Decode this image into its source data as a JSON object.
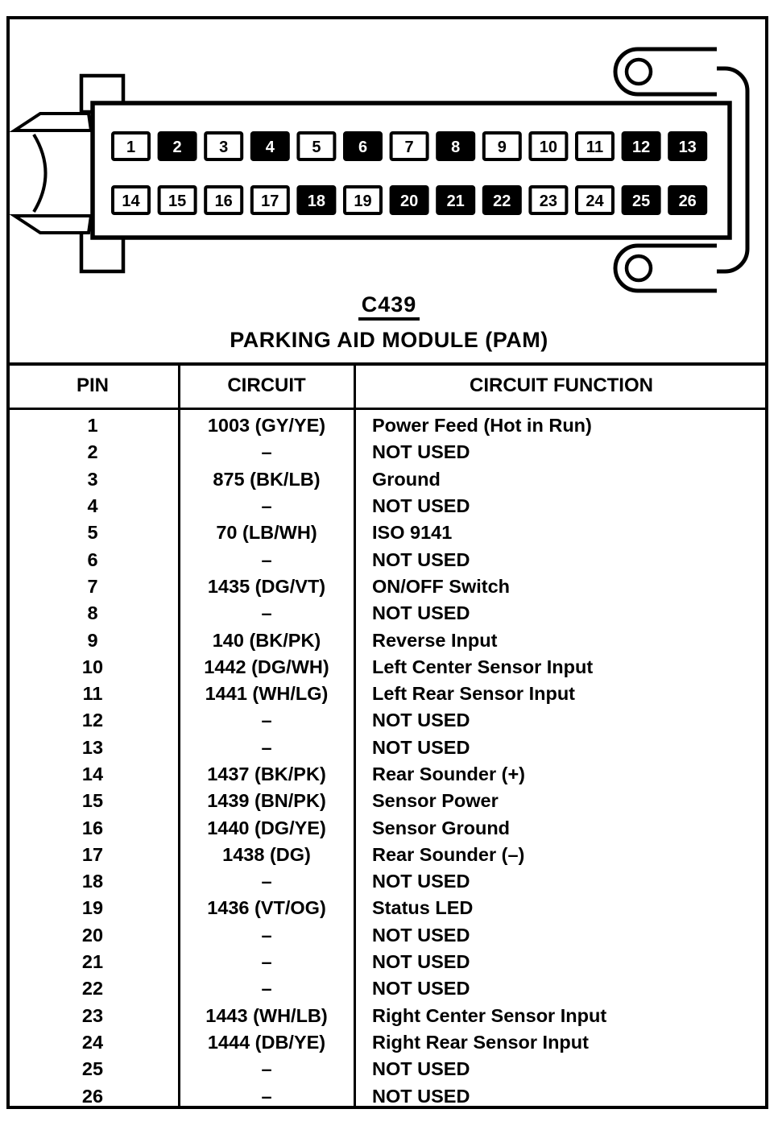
{
  "figure": {
    "connector_id": "C439",
    "connector_name": "PARKING AID MODULE (PAM)"
  },
  "connector": {
    "pins": [
      {
        "num": "1",
        "filled": false
      },
      {
        "num": "2",
        "filled": true
      },
      {
        "num": "3",
        "filled": false
      },
      {
        "num": "4",
        "filled": true
      },
      {
        "num": "5",
        "filled": false
      },
      {
        "num": "6",
        "filled": true
      },
      {
        "num": "7",
        "filled": false
      },
      {
        "num": "8",
        "filled": true
      },
      {
        "num": "9",
        "filled": false
      },
      {
        "num": "10",
        "filled": false
      },
      {
        "num": "11",
        "filled": false
      },
      {
        "num": "12",
        "filled": true
      },
      {
        "num": "13",
        "filled": true
      },
      {
        "num": "14",
        "filled": false
      },
      {
        "num": "15",
        "filled": false
      },
      {
        "num": "16",
        "filled": false
      },
      {
        "num": "17",
        "filled": false
      },
      {
        "num": "18",
        "filled": true
      },
      {
        "num": "19",
        "filled": false
      },
      {
        "num": "20",
        "filled": true
      },
      {
        "num": "21",
        "filled": true
      },
      {
        "num": "22",
        "filled": true
      },
      {
        "num": "23",
        "filled": false
      },
      {
        "num": "24",
        "filled": false
      },
      {
        "num": "25",
        "filled": true
      },
      {
        "num": "26",
        "filled": true
      }
    ]
  },
  "pin_table": {
    "headers": [
      "PIN",
      "CIRCUIT",
      "CIRCUIT FUNCTION"
    ],
    "rows": [
      {
        "pin": "1",
        "circuit": "1003 (GY/YE)",
        "function": "Power Feed (Hot in Run)"
      },
      {
        "pin": "2",
        "circuit": "–",
        "function": "NOT USED"
      },
      {
        "pin": "3",
        "circuit": "875 (BK/LB)",
        "function": "Ground"
      },
      {
        "pin": "4",
        "circuit": "–",
        "function": "NOT USED"
      },
      {
        "pin": "5",
        "circuit": "70 (LB/WH)",
        "function": "ISO 9141"
      },
      {
        "pin": "6",
        "circuit": "–",
        "function": "NOT USED"
      },
      {
        "pin": "7",
        "circuit": "1435 (DG/VT)",
        "function": "ON/OFF Switch"
      },
      {
        "pin": "8",
        "circuit": "–",
        "function": "NOT USED"
      },
      {
        "pin": "9",
        "circuit": "140 (BK/PK)",
        "function": "Reverse Input"
      },
      {
        "pin": "10",
        "circuit": "1442 (DG/WH)",
        "function": "Left Center Sensor Input"
      },
      {
        "pin": "11",
        "circuit": "1441 (WH/LG)",
        "function": "Left Rear Sensor Input"
      },
      {
        "pin": "12",
        "circuit": "–",
        "function": "NOT USED"
      },
      {
        "pin": "13",
        "circuit": "–",
        "function": "NOT USED"
      },
      {
        "pin": "14",
        "circuit": "1437 (BK/PK)",
        "function": "Rear Sounder (+)"
      },
      {
        "pin": "15",
        "circuit": "1439 (BN/PK)",
        "function": "Sensor Power"
      },
      {
        "pin": "16",
        "circuit": "1440 (DG/YE)",
        "function": "Sensor Ground"
      },
      {
        "pin": "17",
        "circuit": "1438 (DG)",
        "function": "Rear Sounder (–)"
      },
      {
        "pin": "18",
        "circuit": "–",
        "function": "NOT USED"
      },
      {
        "pin": "19",
        "circuit": "1436 (VT/OG)",
        "function": "Status LED"
      },
      {
        "pin": "20",
        "circuit": "–",
        "function": "NOT USED"
      },
      {
        "pin": "21",
        "circuit": "–",
        "function": "NOT USED"
      },
      {
        "pin": "22",
        "circuit": "–",
        "function": "NOT USED"
      },
      {
        "pin": "23",
        "circuit": "1443 (WH/LB)",
        "function": "Right Center Sensor Input"
      },
      {
        "pin": "24",
        "circuit": "1444 (DB/YE)",
        "function": "Right Rear Sensor Input"
      },
      {
        "pin": "25",
        "circuit": "–",
        "function": "NOT USED"
      },
      {
        "pin": "26",
        "circuit": "–",
        "function": "NOT USED"
      }
    ]
  },
  "colors": {
    "ink": "#000000",
    "paper": "#ffffff"
  }
}
